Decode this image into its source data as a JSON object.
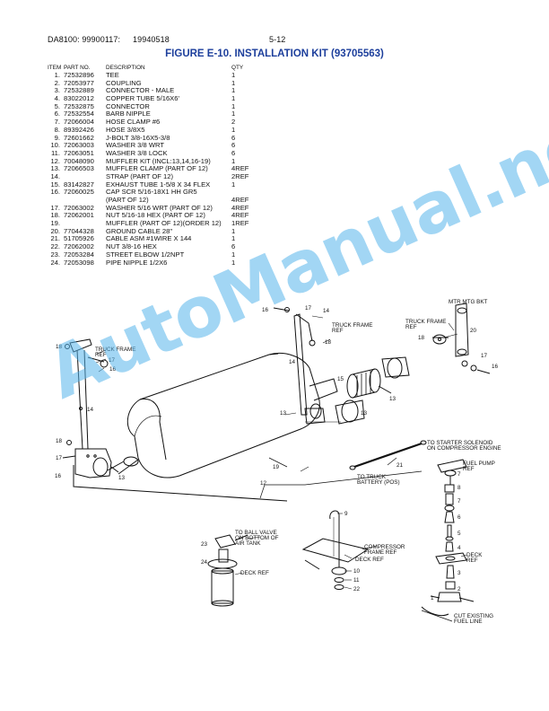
{
  "header": {
    "doc_id": "DA8100: 99900117:",
    "date": "19940518",
    "page": "5-12"
  },
  "figure_title": "FIGURE E-10. INSTALLATION KIT (93705563)",
  "columns": {
    "item": "ITEM",
    "part_no": "PART NO.",
    "description": "DESCRIPTION",
    "qty": "QTY"
  },
  "parts": [
    {
      "item": "1.",
      "part_no": "72532896",
      "description": "TEE",
      "qty": "1"
    },
    {
      "item": "2.",
      "part_no": "72053977",
      "description": "COUPLING",
      "qty": "1"
    },
    {
      "item": "3.",
      "part_no": "72532889",
      "description": "CONNECTOR - MALE",
      "qty": "1"
    },
    {
      "item": "4.",
      "part_no": "83022012",
      "description": "COPPER TUBE 5/16X6'",
      "qty": "1"
    },
    {
      "item": "5.",
      "part_no": "72532875",
      "description": "CONNECTOR",
      "qty": "1"
    },
    {
      "item": "6.",
      "part_no": "72532554",
      "description": "BARB NIPPLE",
      "qty": "1"
    },
    {
      "item": "7.",
      "part_no": "72066004",
      "description": "HOSE CLAMP #6",
      "qty": "2"
    },
    {
      "item": "8.",
      "part_no": "89392426",
      "description": "HOSE 3/8X5",
      "qty": "1"
    },
    {
      "item": "9.",
      "part_no": "72601662",
      "description": "J-BOLT 3/8-16X5-3/8",
      "qty": "6"
    },
    {
      "item": "10.",
      "part_no": "72063003",
      "description": "WASHER 3/8 WRT",
      "qty": "6"
    },
    {
      "item": "11.",
      "part_no": "72063051",
      "description": "WASHER 3/8 LOCK",
      "qty": "6"
    },
    {
      "item": "12.",
      "part_no": "70048090",
      "description": "MUFFLER KIT (INCL:13,14,16-19)",
      "qty": "1"
    },
    {
      "item": "13.",
      "part_no": "72066503",
      "description": "MUFFLER CLAMP (PART OF 12)",
      "qty": "4REF"
    },
    {
      "item": "14.",
      "part_no": "",
      "description": "STRAP (PART OF 12)",
      "qty": "2REF"
    },
    {
      "item": "15.",
      "part_no": "83142827",
      "description": "EXHAUST TUBE 1-5/8 X 34 FLEX",
      "qty": "1"
    },
    {
      "item": "16.",
      "part_no": "72060025",
      "description": "CAP SCR 5/16-18X1 HH GR5",
      "qty": ""
    },
    {
      "item": "",
      "part_no": "",
      "description": "(PART OF 12)",
      "qty": "4REF"
    },
    {
      "item": "17.",
      "part_no": "72063002",
      "description": "WASHER 5/16 WRT (PART OF 12)",
      "qty": "4REF"
    },
    {
      "item": "18.",
      "part_no": "72062001",
      "description": "NUT 5/16-18 HEX (PART OF 12)",
      "qty": "4REF"
    },
    {
      "item": "19.",
      "part_no": "",
      "description": "MUFFLER (PART OF 12)(ORDER 12)",
      "qty": "1REF"
    },
    {
      "item": "20.",
      "part_no": "77044328",
      "description": "GROUND CABLE 28\"",
      "qty": "1"
    },
    {
      "item": "21.",
      "part_no": "51705926",
      "description": "CABLE ASM #1WIRE X 144",
      "qty": "1"
    },
    {
      "item": "22.",
      "part_no": "72062002",
      "description": "NUT 3/8-16 HEX",
      "qty": "6"
    },
    {
      "item": "23.",
      "part_no": "72053284",
      "description": "STREET ELBOW 1/2NPT",
      "qty": "1"
    },
    {
      "item": "24.",
      "part_no": "72053098",
      "description": "PIPE NIPPLE 1/2X6",
      "qty": "1"
    }
  ],
  "diagram_labels": {
    "truck_frame_ref_a": "TRUCK FRAME",
    "truck_frame_ref_a2": "REF",
    "truck_frame_ref_b": "TRUCK FRAME",
    "truck_frame_ref_b2": "REF",
    "truck_frame_ref_c": "TRUCK FRAME",
    "truck_frame_ref_c2": "REF",
    "mtr_mtg_bkt": "MTR MTG BKT",
    "to_starter_1": "TO STARTER SOLENOID",
    "to_starter_2": "ON COMPRESSOR ENGINE",
    "to_battery_1": "TO TRUCK",
    "to_battery_2": "BATTERY (POS)",
    "fuel_pump_1": "FUEL PUMP",
    "fuel_pump_2": "REF",
    "ball_valve_1": "TO BALL VALVE",
    "ball_valve_2": "ON BOTTOM OF",
    "ball_valve_3": "AIR TANK",
    "deck_ref_a": "DECK REF",
    "compressor_frame_1": "COMPRESSOR",
    "compressor_frame_2": "FRAME REF",
    "deck_ref_b": "DECK REF",
    "deck_ref_c": "DECK",
    "deck_ref_c2": "REF",
    "cut_existing_1": "CUT EXISTING",
    "cut_existing_2": "FUEL LINE"
  },
  "callouts": {
    "n1": "1",
    "n2": "2",
    "n3": "3",
    "n4": "4",
    "n5": "5",
    "n6": "6",
    "n7": "7",
    "n8": "8",
    "n9": "9",
    "n10": "10",
    "n11": "11",
    "n12": "12",
    "n13": "13",
    "n14": "14",
    "n15": "15",
    "n16": "16",
    "n17": "17",
    "n18": "18",
    "n19": "19",
    "n20": "20",
    "n21": "21",
    "n22": "22",
    "n23": "23",
    "n24": "24"
  },
  "watermark": "AutoManual.net",
  "colors": {
    "title": "#1d3f9c",
    "watermark": "#55b4eb"
  }
}
